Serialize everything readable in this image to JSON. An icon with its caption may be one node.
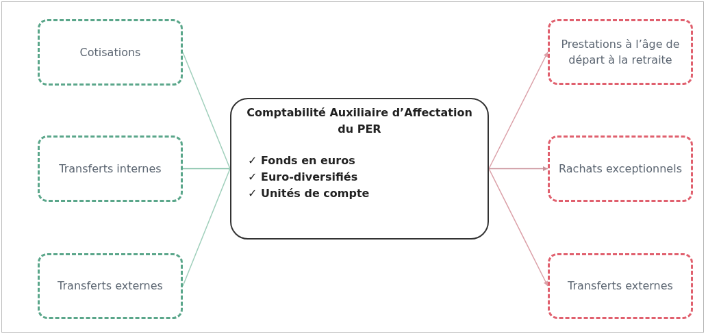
{
  "diagram": {
    "nodes": [
      {
        "text": [
          "Cotisations"
        ]
      },
      {
        "text": [
          "Transferts internes"
        ]
      },
      {
        "text": [
          "Transferts externes"
        ]
      },
      {
        "text": [
          "Comptabilité Auxiliaire d’Affectation du PER",
          "✓ Fonds en euros",
          "✓ Euro-diversifiés",
          "✓ Unités de compte"
        ]
      },
      {
        "text": [
          "Prestations à l’âge de départ à la retraite"
        ]
      },
      {
        "text": [
          "Rachats exceptionnels"
        ]
      },
      {
        "text": [
          "Transferts externes"
        ]
      }
    ],
    "edges": [
      {
        "from": 0,
        "to": 3,
        "arrow": "other",
        "color": "#9fcfbb"
      },
      {
        "from": 1,
        "to": 3,
        "arrow": "other",
        "color": "#7fbfa5"
      },
      {
        "from": 2,
        "to": 3,
        "arrow": "other",
        "color": "#9fcfbb"
      },
      {
        "from": 3,
        "to": 4,
        "arrow": "to",
        "color": "#dba0a8"
      },
      {
        "from": 3,
        "to": 5,
        "arrow": "to",
        "color": "#c99098"
      },
      {
        "from": 3,
        "to": 6,
        "arrow": "to",
        "color": "#dba0a8"
      }
    ]
  }
}
